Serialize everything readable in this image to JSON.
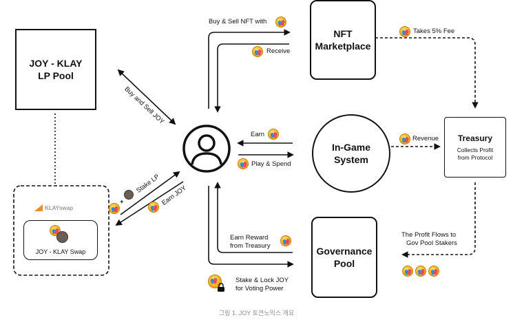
{
  "nodes": {
    "lp_pool": {
      "line1": "JOY - KLAY",
      "line2": "LP Pool"
    },
    "nft_marketplace": {
      "line1": "NFT",
      "line2": "Marketplace"
    },
    "in_game_system": {
      "line1": "In-Game",
      "line2": "System"
    },
    "governance_pool": {
      "line1": "Governance",
      "line2": "Pool"
    },
    "treasury": {
      "title": "Treasury",
      "line1": "Collects Profit",
      "line2": "from Protocol"
    },
    "klayswap_group": {
      "logo": "KLAYswap",
      "swap_label": "JOY - KLAY Swap"
    }
  },
  "labels": {
    "buy_sell_nft": "Buy & Sell NFT with",
    "receive": "Receive",
    "takes_fee": "Takes 5% Fee",
    "buy_sell_joy": "Buy and Sell JOY",
    "earn": "Earn",
    "play_spend": "Play & Spend",
    "revenue": "Revenue",
    "stake_lp": "Stake LP",
    "earn_joy": "Earn JOY",
    "plus": "+",
    "earn_reward_1": "Earn Reward",
    "earn_reward_2": "from Treasury",
    "profit_flows_1": "The Profit Flows to",
    "profit_flows_2": "Gov Pool Stakers",
    "stake_lock_1": "Stake & Lock JOY",
    "stake_lock_2": "for Voting Power"
  },
  "caption": "그림 1. JOY 토큰노믹스 개요",
  "colors": {
    "stroke": "#111111",
    "coin": "#f5b31c",
    "caption": "#8a8f98",
    "klayswap": "#f08a24"
  },
  "icons": [
    "user-icon",
    "joy-coin-icon",
    "klay-coin-icon",
    "lock-icon",
    "klayswap-logo-icon"
  ]
}
